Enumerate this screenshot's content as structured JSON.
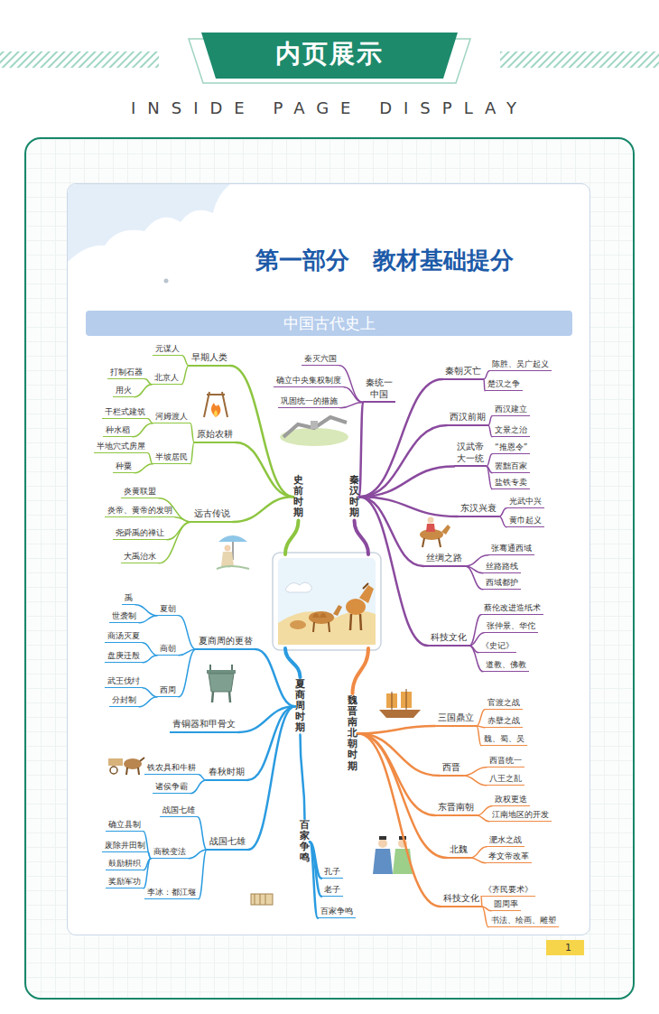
{
  "diagram": {
    "title": "第一部分　教材基础提分",
    "nodes": [
      {
        "text": [
          "内页展示"
        ]
      },
      {
        "text": [
          "中国古代史上"
        ]
      },
      {
        "text": [
          "史前时期"
        ]
      },
      {
        "text": [
          "早期人类"
        ]
      },
      {
        "text": [
          "元谋人"
        ]
      },
      {
        "text": [
          "北京人"
        ]
      },
      {
        "text": [
          "打制石器"
        ]
      },
      {
        "text": [
          "用火"
        ]
      },
      {
        "text": [
          "原始农耕"
        ]
      },
      {
        "text": [
          "河姆渡人"
        ]
      },
      {
        "text": [
          "干栏式建筑"
        ]
      },
      {
        "text": [
          "种水稻"
        ]
      },
      {
        "text": [
          "半坡居民"
        ]
      },
      {
        "text": [
          "半地穴式房屋"
        ]
      },
      {
        "text": [
          "种粟"
        ]
      },
      {
        "text": [
          "远古传说"
        ]
      },
      {
        "text": [
          "炎黄联盟"
        ]
      },
      {
        "text": [
          "炎帝、黄帝的发明"
        ]
      },
      {
        "text": [
          "尧舜禹的禅让"
        ]
      },
      {
        "text": [
          "大禹治水"
        ]
      },
      {
        "text": [
          "秦汉时期"
        ]
      },
      {
        "text": [
          "秦统一中国"
        ]
      },
      {
        "text": [
          "秦灭六国"
        ]
      },
      {
        "text": [
          "确立中央集权制度"
        ]
      },
      {
        "text": [
          "巩固统一的措施"
        ]
      },
      {
        "text": [
          "秦朝灭亡"
        ]
      },
      {
        "text": [
          "陈胜、吴广起义"
        ]
      },
      {
        "text": [
          "楚汉之争"
        ]
      },
      {
        "text": [
          "西汉前期"
        ]
      },
      {
        "text": [
          "西汉建立"
        ]
      },
      {
        "text": [
          "文景之治"
        ]
      },
      {
        "text": [
          "汉武帝大一统"
        ]
      },
      {
        "text": [
          "“推恩令”"
        ]
      },
      {
        "text": [
          "罢黜百家"
        ]
      },
      {
        "text": [
          "盐铁专卖"
        ]
      },
      {
        "text": [
          "东汉兴衰"
        ]
      },
      {
        "text": [
          "光武中兴"
        ]
      },
      {
        "text": [
          "黄巾起义"
        ]
      },
      {
        "text": [
          "丝绸之路"
        ]
      },
      {
        "text": [
          "张骞通西域"
        ]
      },
      {
        "text": [
          "丝路路线"
        ]
      },
      {
        "text": [
          "西域都护"
        ]
      },
      {
        "text": [
          "科技文化"
        ]
      },
      {
        "text": [
          "蔡伦改进造纸术"
        ]
      },
      {
        "text": [
          "张仲景、华佗"
        ]
      },
      {
        "text": [
          "《史记》"
        ]
      },
      {
        "text": [
          "道教、佛教"
        ]
      },
      {
        "text": [
          "夏商周时期"
        ]
      },
      {
        "text": [
          "夏商周的更替"
        ]
      },
      {
        "text": [
          "夏朝"
        ]
      },
      {
        "text": [
          "禹"
        ]
      },
      {
        "text": [
          "世袭制"
        ]
      },
      {
        "text": [
          "商朝"
        ]
      },
      {
        "text": [
          "商汤灭夏"
        ]
      },
      {
        "text": [
          "盘庚迁殷"
        ]
      },
      {
        "text": [
          "西周"
        ]
      },
      {
        "text": [
          "武王伐纣"
        ]
      },
      {
        "text": [
          "分封制"
        ]
      },
      {
        "text": [
          "青铜器和甲骨文"
        ]
      },
      {
        "text": [
          "春秋时期"
        ]
      },
      {
        "text": [
          "铁农具和牛耕"
        ]
      },
      {
        "text": [
          "诸侯争霸"
        ]
      },
      {
        "text": [
          "战国七雄"
        ]
      },
      {
        "text": [
          "战国七雄"
        ]
      },
      {
        "text": [
          "商鞅变法"
        ]
      },
      {
        "text": [
          "确立县制"
        ]
      },
      {
        "text": [
          "废除井田制"
        ]
      },
      {
        "text": [
          "鼓励耕织"
        ]
      },
      {
        "text": [
          "奖励军功"
        ]
      },
      {
        "text": [
          "李冰：都江堰"
        ]
      },
      {
        "text": [
          "百家争鸣"
        ]
      },
      {
        "text": [
          "孔子"
        ]
      },
      {
        "text": [
          "老子"
        ]
      },
      {
        "text": [
          "百家争鸣"
        ]
      },
      {
        "text": [
          "魏晋南北朝时期"
        ]
      },
      {
        "text": [
          "三国鼎立"
        ]
      },
      {
        "text": [
          "官渡之战"
        ]
      },
      {
        "text": [
          "赤壁之战"
        ]
      },
      {
        "text": [
          "魏、蜀、吴"
        ]
      },
      {
        "text": [
          "西晋"
        ]
      },
      {
        "text": [
          "西晋统一"
        ]
      },
      {
        "text": [
          "八王之乱"
        ]
      },
      {
        "text": [
          "东晋南朝"
        ]
      },
      {
        "text": [
          "政权更迭"
        ]
      },
      {
        "text": [
          "江南地区的开发"
        ]
      },
      {
        "text": [
          "北魏"
        ]
      },
      {
        "text": [
          "淝水之战"
        ]
      },
      {
        "text": [
          "孝文帝改革"
        ]
      },
      {
        "text": [
          "科技文化"
        ]
      },
      {
        "text": [
          "《齐民要术》"
        ]
      },
      {
        "text": [
          "圆周率"
        ]
      },
      {
        "text": [
          "书法、绘画、雕塑"
        ]
      },
      {
        "text": [
          "1"
        ]
      }
    ],
    "edges": [
      {
        "from": 2,
        "to": 3,
        "arrow": "none"
      },
      {
        "from": 2,
        "to": 8,
        "arrow": "none"
      },
      {
        "from": 2,
        "to": 15,
        "arrow": "none"
      },
      {
        "from": 3,
        "to": 4,
        "arrow": "none"
      },
      {
        "from": 3,
        "to": 5,
        "arrow": "none"
      },
      {
        "from": 5,
        "to": 6,
        "arrow": "none"
      },
      {
        "from": 5,
        "to": 7,
        "arrow": "none"
      },
      {
        "from": 8,
        "to": 9,
        "arrow": "none"
      },
      {
        "from": 8,
        "to": 12,
        "arrow": "none"
      },
      {
        "from": 9,
        "to": 10,
        "arrow": "none"
      },
      {
        "from": 9,
        "to": 11,
        "arrow": "none"
      },
      {
        "from": 12,
        "to": 13,
        "arrow": "none"
      },
      {
        "from": 12,
        "to": 14,
        "arrow": "none"
      },
      {
        "from": 15,
        "to": 16,
        "arrow": "none"
      },
      {
        "from": 15,
        "to": 17,
        "arrow": "none"
      },
      {
        "from": 15,
        "to": 18,
        "arrow": "none"
      },
      {
        "from": 15,
        "to": 19,
        "arrow": "none"
      },
      {
        "from": 20,
        "to": 21,
        "arrow": "none"
      },
      {
        "from": 20,
        "to": 25,
        "arrow": "none"
      },
      {
        "from": 20,
        "to": 28,
        "arrow": "none"
      },
      {
        "from": 20,
        "to": 31,
        "arrow": "none"
      },
      {
        "from": 20,
        "to": 35,
        "arrow": "none"
      },
      {
        "from": 20,
        "to": 38,
        "arrow": "none"
      },
      {
        "from": 20,
        "to": 42,
        "arrow": "none"
      },
      {
        "from": 21,
        "to": 22,
        "arrow": "none"
      },
      {
        "from": 21,
        "to": 23,
        "arrow": "none"
      },
      {
        "from": 21,
        "to": 24,
        "arrow": "none"
      },
      {
        "from": 25,
        "to": 26,
        "arrow": "none"
      },
      {
        "from": 25,
        "to": 27,
        "arrow": "none"
      },
      {
        "from": 28,
        "to": 29,
        "arrow": "none"
      },
      {
        "from": 28,
        "to": 30,
        "arrow": "none"
      },
      {
        "from": 31,
        "to": 32,
        "arrow": "none"
      },
      {
        "from": 31,
        "to": 33,
        "arrow": "none"
      },
      {
        "from": 31,
        "to": 34,
        "arrow": "none"
      },
      {
        "from": 35,
        "to": 36,
        "arrow": "none"
      },
      {
        "from": 35,
        "to": 37,
        "arrow": "none"
      },
      {
        "from": 38,
        "to": 39,
        "arrow": "none"
      },
      {
        "from": 38,
        "to": 40,
        "arrow": "none"
      },
      {
        "from": 38,
        "to": 41,
        "arrow": "none"
      },
      {
        "from": 42,
        "to": 43,
        "arrow": "none"
      },
      {
        "from": 42,
        "to": 44,
        "arrow": "none"
      },
      {
        "from": 42,
        "to": 45,
        "arrow": "none"
      },
      {
        "from": 42,
        "to": 46,
        "arrow": "none"
      },
      {
        "from": 47,
        "to": 48,
        "arrow": "none"
      },
      {
        "from": 47,
        "to": 58,
        "arrow": "none"
      },
      {
        "from": 47,
        "to": 59,
        "arrow": "none"
      },
      {
        "from": 47,
        "to": 62,
        "arrow": "none"
      },
      {
        "from": 47,
        "to": 70,
        "arrow": "none"
      },
      {
        "from": 48,
        "to": 49,
        "arrow": "none"
      },
      {
        "from": 48,
        "to": 52,
        "arrow": "none"
      },
      {
        "from": 48,
        "to": 55,
        "arrow": "none"
      },
      {
        "from": 49,
        "to": 50,
        "arrow": "none"
      },
      {
        "from": 49,
        "to": 51,
        "arrow": "none"
      },
      {
        "from": 52,
        "to": 53,
        "arrow": "none"
      },
      {
        "from": 52,
        "to": 54,
        "arrow": "none"
      },
      {
        "from": 55,
        "to": 56,
        "arrow": "none"
      },
      {
        "from": 55,
        "to": 57,
        "arrow": "none"
      },
      {
        "from": 59,
        "to": 60,
        "arrow": "none"
      },
      {
        "from": 59,
        "to": 61,
        "arrow": "none"
      },
      {
        "from": 62,
        "to": 63,
        "arrow": "none"
      },
      {
        "from": 62,
        "to": 64,
        "arrow": "none"
      },
      {
        "from": 62,
        "to": 69,
        "arrow": "none"
      },
      {
        "from": 64,
        "to": 65,
        "arrow": "none"
      },
      {
        "from": 64,
        "to": 66,
        "arrow": "none"
      },
      {
        "from": 64,
        "to": 67,
        "arrow": "none"
      },
      {
        "from": 64,
        "to": 68,
        "arrow": "none"
      },
      {
        "from": 70,
        "to": 71,
        "arrow": "none"
      },
      {
        "from": 70,
        "to": 72,
        "arrow": "none"
      },
      {
        "from": 70,
        "to": 73,
        "arrow": "none"
      },
      {
        "from": 74,
        "to": 75,
        "arrow": "none"
      },
      {
        "from": 74,
        "to": 79,
        "arrow": "none"
      },
      {
        "from": 74,
        "to": 82,
        "arrow": "none"
      },
      {
        "from": 74,
        "to": 85,
        "arrow": "none"
      },
      {
        "from": 74,
        "to": 88,
        "arrow": "none"
      },
      {
        "from": 75,
        "to": 76,
        "arrow": "none"
      },
      {
        "from": 75,
        "to": 77,
        "arrow": "none"
      },
      {
        "from": 75,
        "to": 78,
        "arrow": "none"
      },
      {
        "from": 79,
        "to": 80,
        "arrow": "none"
      },
      {
        "from": 79,
        "to": 81,
        "arrow": "none"
      },
      {
        "from": 82,
        "to": 83,
        "arrow": "none"
      },
      {
        "from": 82,
        "to": 84,
        "arrow": "none"
      },
      {
        "from": 85,
        "to": 86,
        "arrow": "none"
      },
      {
        "from": 85,
        "to": 87,
        "arrow": "none"
      },
      {
        "from": 88,
        "to": 89,
        "arrow": "none"
      },
      {
        "from": 88,
        "to": 90,
        "arrow": "none"
      },
      {
        "from": 88,
        "to": 91,
        "arrow": "none"
      }
    ],
    "labels": [
      "INSIDE PAGE DISPLAY"
    ]
  }
}
